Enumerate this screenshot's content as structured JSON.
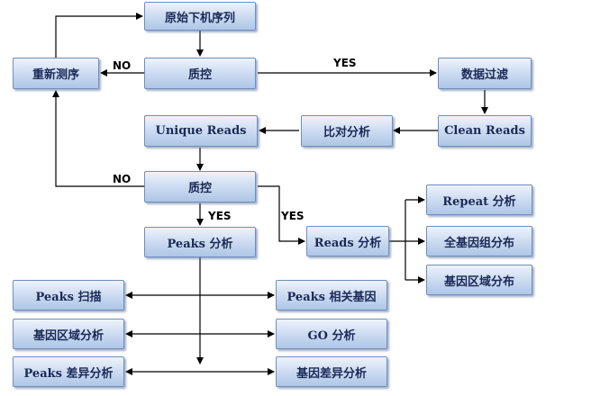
{
  "nodes": {
    "raw_sequence": "原始下机序列",
    "resequence": "重新测序",
    "qc1": "质控",
    "data_filter": "数据过滤",
    "clean_reads": "Clean Reads",
    "alignment": "比对分析",
    "unique_reads": "Unique Reads",
    "qc2": "质控",
    "peaks_analysis": "Peaks 分析",
    "reads_analysis": "Reads 分析",
    "repeat_analysis": "Repeat 分析",
    "genome_distribution": "全基因组分布",
    "gene_region_distribution": "基因区域分布",
    "peaks_scan": "Peaks 扫描",
    "peaks_related_genes": "Peaks 相关基因",
    "gene_region_analysis": "基因区域分析",
    "go_analysis": "GO 分析",
    "peaks_diff_analysis": "Peaks 差异分析",
    "gene_diff_analysis": "基因差异分析"
  },
  "edge_labels": {
    "qc1_no": "NO",
    "qc1_yes": "YES",
    "qc2_no": "NO",
    "qc2_yes_down": "YES",
    "qc2_yes_right": "YES"
  },
  "colors": {
    "box_border": "#6e8fbf",
    "box_fill_top": "#eef3fb",
    "box_fill_bottom": "#aec6e6",
    "text": "#1b2a57",
    "wire": "#000000"
  }
}
